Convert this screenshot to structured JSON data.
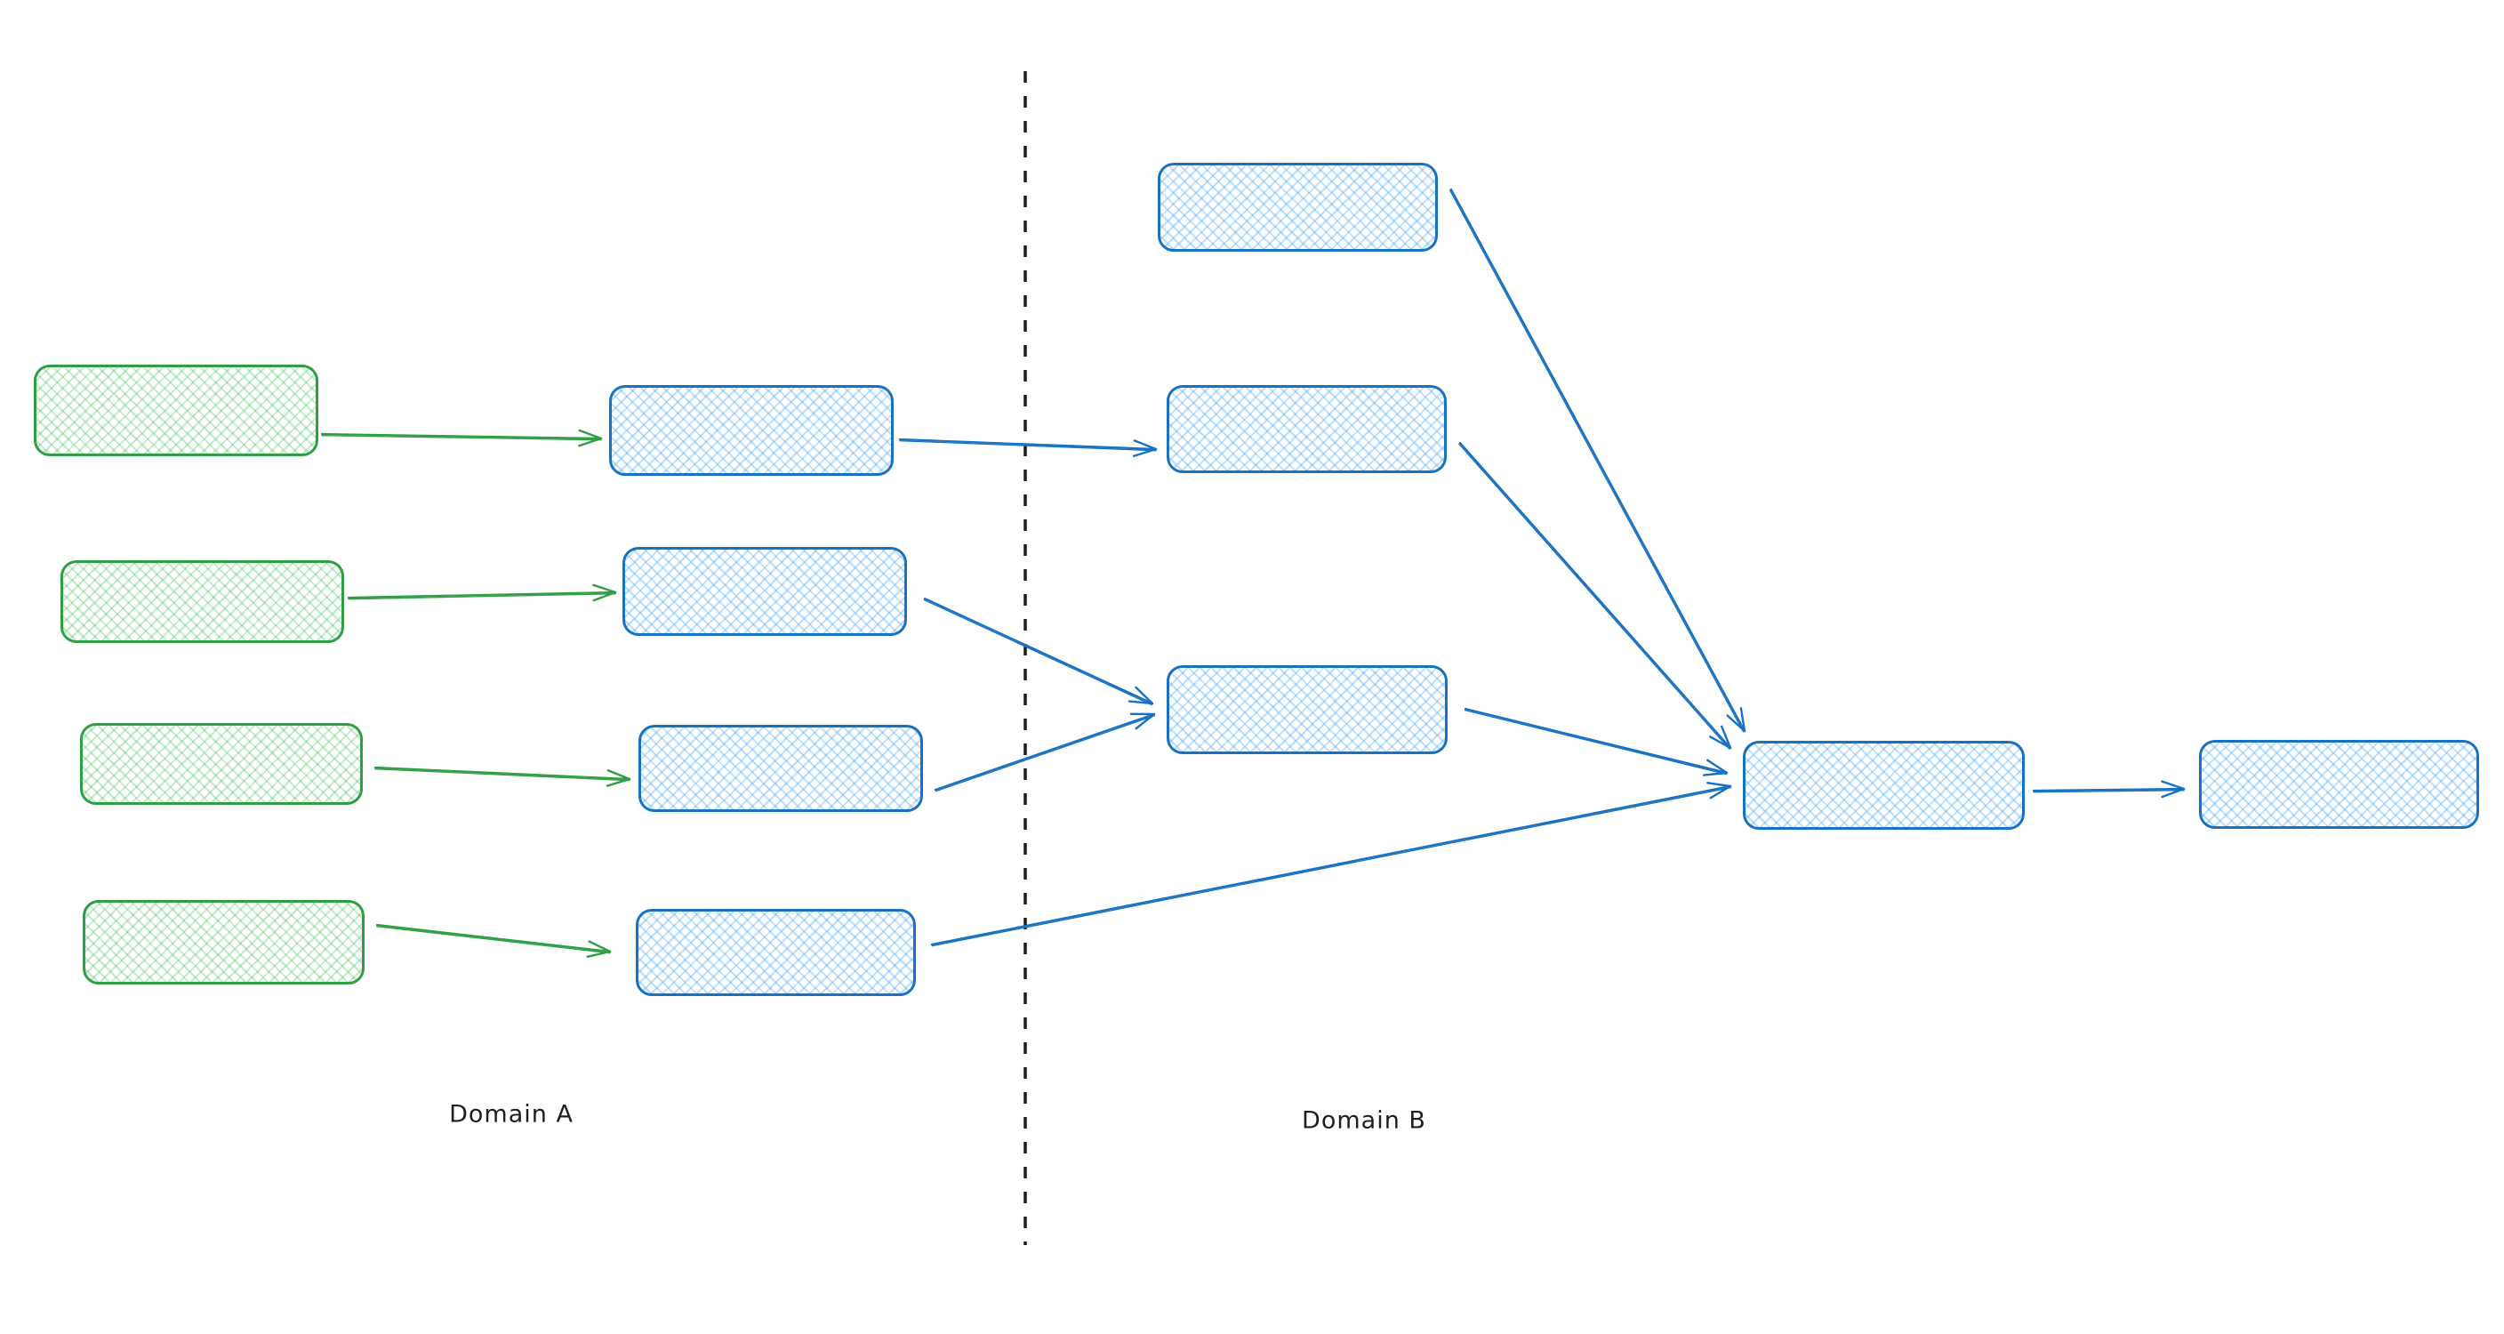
{
  "canvas": {
    "background": "#ffffff"
  },
  "labels": {
    "domain_a": "Domain A",
    "domain_b": "Domain B"
  },
  "colors": {
    "green_stroke": "#2f9e44",
    "green_fill_hatch": "#b2f2bb",
    "blue_stroke": "#1971c2",
    "blue_fill_hatch": "#a5d8ff",
    "divider": "#1e1e1e",
    "label_text": "#1e1e1e"
  },
  "divider": {
    "orientation": "vertical",
    "style": "dashed"
  },
  "nodes": [
    {
      "id": "domain-a-source-1",
      "color": "green",
      "text": ""
    },
    {
      "id": "domain-a-source-2",
      "color": "green",
      "text": ""
    },
    {
      "id": "domain-a-source-3",
      "color": "green",
      "text": ""
    },
    {
      "id": "domain-a-source-4",
      "color": "green",
      "text": ""
    },
    {
      "id": "domain-a-node-1",
      "color": "blue",
      "text": ""
    },
    {
      "id": "domain-a-node-2",
      "color": "blue",
      "text": ""
    },
    {
      "id": "domain-a-node-3",
      "color": "blue",
      "text": ""
    },
    {
      "id": "domain-a-node-4",
      "color": "blue",
      "text": ""
    },
    {
      "id": "domain-b-node-1",
      "color": "blue",
      "text": ""
    },
    {
      "id": "domain-b-node-2",
      "color": "blue",
      "text": ""
    },
    {
      "id": "domain-b-node-3",
      "color": "blue",
      "text": ""
    },
    {
      "id": "domain-b-aggregator",
      "color": "blue",
      "text": ""
    },
    {
      "id": "domain-b-output",
      "color": "blue",
      "text": ""
    }
  ],
  "edges": [
    {
      "from": "domain-a-source-1",
      "to": "domain-a-node-1",
      "color": "green"
    },
    {
      "from": "domain-a-source-2",
      "to": "domain-a-node-2",
      "color": "green"
    },
    {
      "from": "domain-a-source-3",
      "to": "domain-a-node-3",
      "color": "green"
    },
    {
      "from": "domain-a-source-4",
      "to": "domain-a-node-4",
      "color": "green"
    },
    {
      "from": "domain-a-node-1",
      "to": "domain-b-node-2",
      "color": "blue"
    },
    {
      "from": "domain-a-node-2",
      "to": "domain-b-node-3",
      "color": "blue"
    },
    {
      "from": "domain-a-node-3",
      "to": "domain-b-node-3",
      "color": "blue"
    },
    {
      "from": "domain-a-node-4",
      "to": "domain-b-aggregator",
      "color": "blue"
    },
    {
      "from": "domain-b-node-1",
      "to": "domain-b-aggregator",
      "color": "blue"
    },
    {
      "from": "domain-b-node-2",
      "to": "domain-b-aggregator",
      "color": "blue"
    },
    {
      "from": "domain-b-node-3",
      "to": "domain-b-aggregator",
      "color": "blue"
    },
    {
      "from": "domain-b-aggregator",
      "to": "domain-b-output",
      "color": "blue"
    }
  ]
}
